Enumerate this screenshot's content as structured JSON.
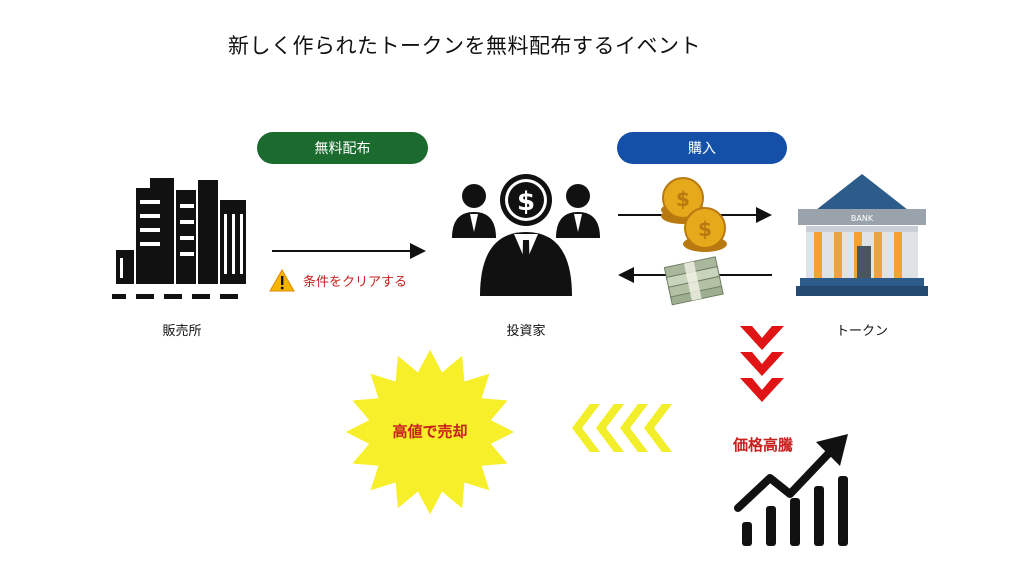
{
  "title": "新しく作られたトークンを無料配布するイベント",
  "labels": {
    "free_distribution": "無料配布",
    "purchase": "購入",
    "seller": "販売所",
    "investor": "投資家",
    "token": "トークン",
    "condition": "条件をクリアする",
    "price_surge": "価格高騰",
    "sell_high": "高値で売却",
    "bank_sign": "BANK"
  },
  "colors": {
    "free_pill": "#1b6b2f",
    "buy_pill": "#1450a8",
    "alert_text": "#c8201e",
    "warning_triangle": "#f5b400",
    "down_chevrons": "#e01414",
    "left_chevrons": "#f2ee2a",
    "starburst": "#f6ef2a",
    "coin": "#e6a91c",
    "bank_roof": "#2d5b8a",
    "bank_columns": "#f0a33c"
  },
  "icons": [
    "office-building-icon",
    "investor-group-icon",
    "gold-coins-icon",
    "cash-stack-icon",
    "bank-icon",
    "warning-icon",
    "uptrend-chart-icon"
  ]
}
